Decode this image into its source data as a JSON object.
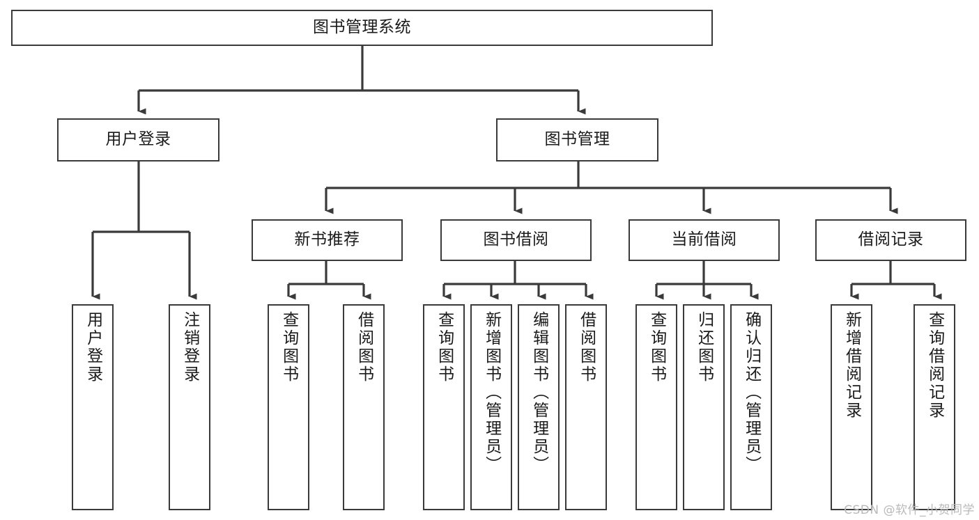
{
  "diagram": {
    "title": "图书管理系统",
    "type": "tree",
    "watermark": "CSDN @软件_小贺同学",
    "colors": {
      "node_border": "#3a3a3a",
      "node_fill": "#ffffff",
      "edge": "#3a3a3a",
      "text": "#1a1a1a",
      "watermark": "#b9b9b9",
      "background": "#ffffff"
    },
    "nodes": {
      "root": {
        "label": "图书管理系统"
      },
      "level2": [
        {
          "label": "用户登录"
        },
        {
          "label": "图书管理"
        }
      ],
      "level3": [
        {
          "label": "新书推荐"
        },
        {
          "label": "图书借阅"
        },
        {
          "label": "当前借阅"
        },
        {
          "label": "借阅记录"
        }
      ],
      "leaves": [
        {
          "label": "用户登录"
        },
        {
          "label": "注销登录"
        },
        {
          "label": "查询图书"
        },
        {
          "label": "借阅图书"
        },
        {
          "label": "查询图书"
        },
        {
          "label": "新增图书（管理员）"
        },
        {
          "label": "编辑图书（管理员）"
        },
        {
          "label": "借阅图书"
        },
        {
          "label": "查询图书"
        },
        {
          "label": "归还图书"
        },
        {
          "label": "确认归还（管理员）"
        },
        {
          "label": "新增借阅记录"
        },
        {
          "label": "查询借阅记录"
        }
      ]
    }
  }
}
